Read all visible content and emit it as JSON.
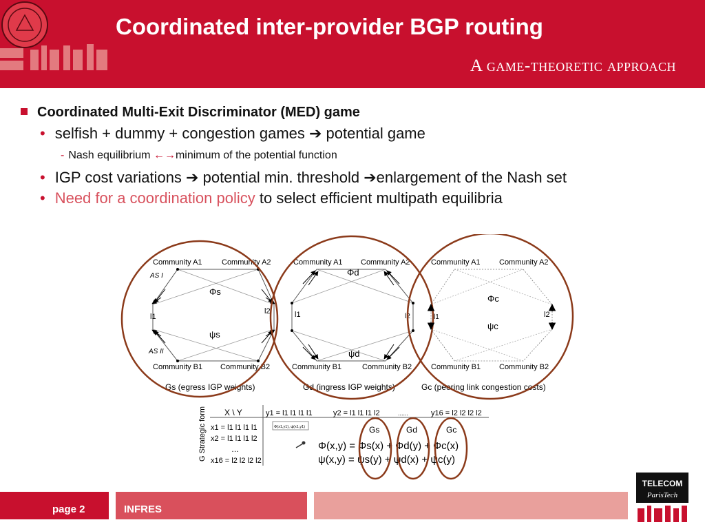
{
  "header": {
    "title": "Coordinated inter-provider BGP routing",
    "subtitle": "A game-theoretic approach"
  },
  "bullets": {
    "main": "Coordinated Multi-Exit Discriminator (MED) game",
    "b1_text": "selfish + dummy + congestion games ",
    "b1_arrow": "➔",
    "b1_result": " potential game",
    "b1_sub_text": "Nash equilibrium ",
    "b1_sub_arrows": "←→",
    "b1_sub_result": "minimum of the potential function",
    "b2_text": "IGP cost variations ",
    "b2_arrow": "➔",
    "b2_mid": " potential min. threshold ",
    "b2_arrow2": "➔",
    "b2_result": "enlargement of the Nash set",
    "b3_red": "Need for a coordination policy",
    "b3_text": " to select efficient multipath equilibria"
  },
  "figure": {
    "graphs": [
      {
        "top_left": "Community A1",
        "top_right": "Community A2",
        "bottom_left": "Community  B1",
        "bottom_right": "Community  B2",
        "as_top": "AS I",
        "as_bottom": "AS II",
        "left_link": "l1",
        "right_link": "l2",
        "phi": "Φs",
        "psi": "ψs",
        "caption": "Gs (egress IGP weights)"
      },
      {
        "top_left": "Community A1",
        "top_right": "Community A2",
        "bottom_left": "Community  B1",
        "bottom_right": "Community  B2",
        "left_link": "l1",
        "right_link": "l2",
        "phi": "Φd",
        "psi": "ψd",
        "caption": "Gd (ingress IGP weights)"
      },
      {
        "top_left": "Community A1",
        "top_right": "Community A2",
        "bottom_left": "Community  B1",
        "bottom_right": "Community  B2",
        "left_link": "l1",
        "right_link": "l2",
        "phi": "Φc",
        "psi": "ψc",
        "caption": "Gc (peering link congestion costs)"
      }
    ],
    "matrix": {
      "side_label": "G Strategic form",
      "header_xy": "X  \\  Y",
      "y1": "y1 = l1 l1 l1 l1",
      "y2": "y2 = l1 l1 l1 l2",
      "ydots": "......",
      "y16": "y16 = l2 l2 l2 l2",
      "x1": "x1 = l1 l1 l1 l1",
      "x2": "x2 = l1 l1 l1 l2",
      "xdots": "…",
      "x16": "x16 = l2 l2 l2 l2",
      "cell": "Φ(x1,y1), ψ(x1,y1)",
      "gs": "Gs",
      "gd": "Gd",
      "gc": "Gc",
      "eq_phi": "Φ(x,y) = Φs(x) + Φd(y) + Φc(x)",
      "eq_psi": "ψ(x,y) = ψs(y) + ψd(x) + ψc(y)"
    }
  },
  "footer": {
    "page": "page 2",
    "dept": "INFRES",
    "logo_line1": "TELECOM",
    "logo_line2": "ParisTech"
  },
  "colors": {
    "brand_red": "#c8102e",
    "circle": "#8b3a1a"
  }
}
